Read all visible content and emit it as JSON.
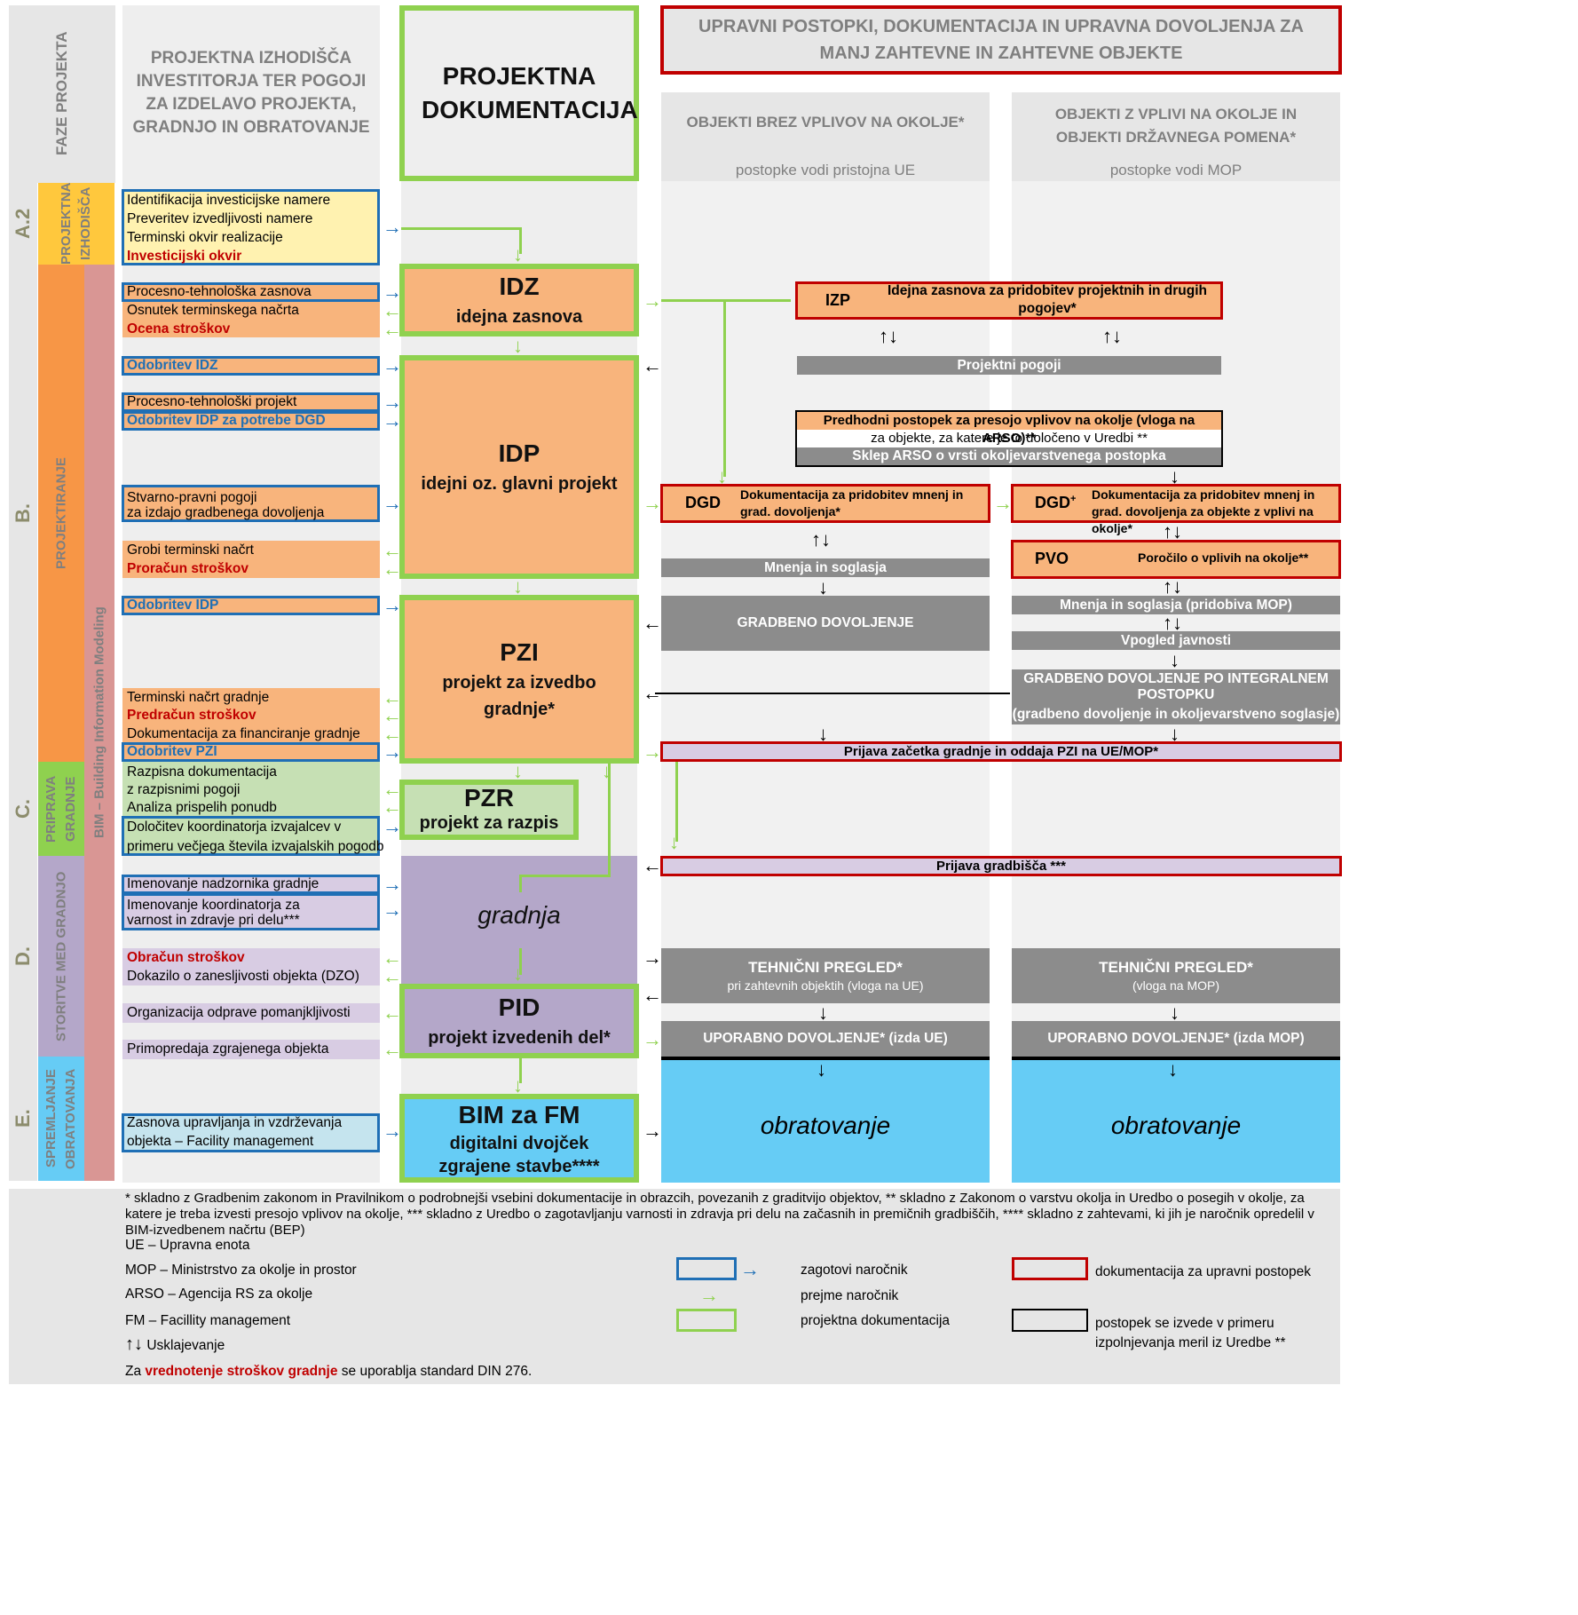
{
  "header": {
    "phases": "FAZE PROJEKTA",
    "investor": "PROJEKTNA IZHODIŠČA INVESTITORJA TER POGOJI ZA IZDELAVO PROJEKTA, GRADNJO IN OBRATOVANJE",
    "docs": "PROJEKTNA DOKUMENTACIJA",
    "admin": "UPRAVNI POSTOPKI, DOKUMENTACIJA IN UPRAVNA DOVOLJENJA ZA MANJ ZAHTEVNE IN ZAHTEVNE OBJEKTE",
    "col1_title": "OBJEKTI BREZ VPLIVOV NA OKOLJE*",
    "col1_sub": "postopke vodi pristojna UE",
    "col2_title": "OBJEKTI Z VPLIVI NA OKOLJE IN OBJEKTI DRŽAVNEGA POMENA*",
    "col2_sub": "postopke vodi MOP"
  },
  "phases": [
    {
      "code": "A.2",
      "name": "PROJEKTNA IZHODIŠČA"
    },
    {
      "code": "B.",
      "name": "PROJEKTIRANJE"
    },
    {
      "code": "C.",
      "name": "PRIPRAVA GRADNJE"
    },
    {
      "code": "D.",
      "name": "STORITVE MED GRADNJO"
    },
    {
      "code": "E.",
      "name": "SPREMLJANJE OBRATOVANJA"
    }
  ],
  "bim": "BIM – Building Information Modeling",
  "items": {
    "a1": "Identifikacija investicijske namere",
    "a2": "Preveritev izvedljivosti namere",
    "a3": "Terminski okvir realizacije",
    "a4": "Investicijski okvir",
    "b1": "Procesno-tehnološka zasnova",
    "b2": "Osnutek terminskega načrta",
    "b3": "Ocena stroškov",
    "b4": "Odobritev IDZ",
    "b5": "Procesno-tehnološki projekt",
    "b6": "Odobritev IDP za potrebe DGD",
    "b7": "Stvarno-pravni  pogoji",
    "b8": "za izdajo gradbenega dovoljenja",
    "b9": "Grobi terminski načrt",
    "b10": "Proračun stroškov",
    "b11": "Odobritev IDP",
    "b12": "Terminski načrt gradnje",
    "b13": "Predračun stroškov",
    "b14": "Dokumentacija za financiranje gradnje",
    "b15": "Odobritev PZI",
    "c1": "Razpisna dokumentacija",
    "c2": "z razpisnimi pogoji",
    "c3": "Analiza prispelih ponudb",
    "c4": "Določitev koordinatorja izvajalcev v",
    "c5": "primeru večjega števila izvajalskih pogodb",
    "d1": "Imenovanje nadzornika gradnje",
    "d2": "Imenovanje koordinatorja za",
    "d3": "varnost in zdravje pri delu***",
    "d4": "Obračun stroškov",
    "d5": "Dokazilo o zanesljivosti objekta (DZO)",
    "d6": "Organizacija odprave pomanjkljivosti",
    "d7": "Primopredaja zgrajenega objekta",
    "e1": "Zasnova upravljanja in vzdrževanja",
    "e2": "objekta – Facility management"
  },
  "docs": {
    "idz": "IDZ",
    "idz_sub": "idejna zasnova",
    "idp": "IDP",
    "idp_sub": "idejni oz. glavni projekt",
    "pzi": "PZI",
    "pzi_sub": "projekt za izvedbo gradnje*",
    "pzr": "PZR",
    "pzr_sub": "projekt za razpis",
    "gradnja": "gradnja",
    "pid": "PID",
    "pid_sub": "projekt izvedenih del*",
    "bim": "BIM za FM",
    "bim_sub": "digitalni dvojček zgrajene stavbe****"
  },
  "admin": {
    "izp_code": "IZP",
    "izp_text": "Idejna zasnova za pridobitev projektnih in drugih pogojev*",
    "pogoji": "Projektni pogoji",
    "arso1": "Predhodni postopek za presojo vplivov na okolje (vloga na ARSO)**",
    "arso2": "za objekte, za katere je to določeno v Uredbi **",
    "arso3": "Sklep ARSO o vrsti okoljevarstvenega postopka",
    "dgd_code": "DGD",
    "dgd_text": "Dokumentacija za pridobitev mnenj in grad. dovoljenja*",
    "dgdp_code": "DGD",
    "dgdp_sup": "+",
    "dgdp_text": "Dokumentacija za pridobitev mnenj in grad. dovoljenja za objekte z vplivi na okolje*",
    "pvo_code": "PVO",
    "pvo_text": "Poročilo o vplivih na okolje**",
    "mnenja": "Mnenja in soglasja",
    "mnenja_mop": "Mnenja in soglasja (pridobiva MOP)",
    "vpogled": "Vpogled javnosti",
    "gd": "GRADBENO DOVOLJENJE",
    "gd_int1": "GRADBENO DOVOLJENJE PO INTEGRALNEM POSTOPKU",
    "gd_int2": "(gradbeno dovoljenje in okoljevarstveno soglasje)",
    "prijava": "Prijava začetka gradnje in oddaja PZI na UE/MOP*",
    "gradbisce": "Prijava gradbišča ***",
    "tp1": "TEHNIČNI PREGLED*",
    "tp1_sub": "pri zahtevnih objektih (vloga na UE)",
    "tp2": "TEHNIČNI PREGLED*",
    "tp2_sub": "(vloga na MOP)",
    "ud1": "UPORABNO DOVOLJENJE* (izda UE)",
    "ud2": "UPORABNO DOVOLJENJE* (izda MOP)",
    "obrat1": "obratovanje",
    "obrat2": "obratovanje"
  },
  "footer": {
    "note": "* skladno z Gradbenim zakonom in Pravilnikom o podrobnejši vsebini dokumentacije in obrazcih, povezanih z graditvijo objektov, ** skladno z Zakonom o varstvu okolja in Uredbo o posegih v okolje, za katere je treba izvesti presojo vplivov na okolje, *** skladno z Uredbo o zagotavljanju varnosti in zdravja pri delu na začasnih in premičnih gradbiščih, **** skladno z zahtevami, ki jih je naročnik opredelil v BIM-izvedbenem načrtu (BEP)",
    "ue": "UE – Upravna enota",
    "mop": "MOP – Ministrstvo za okolje in prostor",
    "arso": "ARSO – Agencija RS za okolje",
    "fm": "FM – Facillity management",
    "usk": "Usklajevanje",
    "din_pre": "Za ",
    "din_red": "vrednotenje stroškov gradnje",
    "din_post": " se uporablja standard DIN 276.",
    "leg_blue": "zagotovi naročnik",
    "leg_arrow": "prejme naročnik",
    "leg_green": "projektna dokumentacija",
    "leg_red": "dokumentacija za upravni postopek",
    "leg_black": "postopek se izvede v primeru izpolnjevanja meril iz Uredbe **"
  },
  "colors": {
    "gray": "#e6e6e6",
    "yellow": "#fff2b0",
    "orange": "#f8b47c",
    "phase_orange": "#f79646",
    "green": "#c6e0b4",
    "phase_green": "#8fd14f",
    "purple": "#d8cce3",
    "purple_dark": "#b4a7c9",
    "blue": "#c5e4ee",
    "sky": "#66ccf5",
    "red": "#c00000",
    "bim_band": "#d99694",
    "navy": "#1f6fb5"
  }
}
